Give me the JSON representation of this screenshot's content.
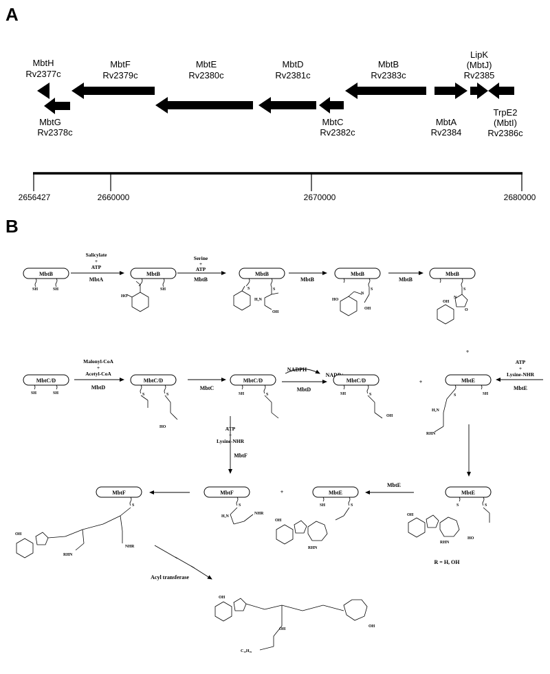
{
  "panelA": {
    "letter": "A",
    "genes": [
      {
        "name": "MbtH",
        "id": "Rv2377c"
      },
      {
        "name": "MbtG",
        "id": "Rv2378c"
      },
      {
        "name": "MbtF",
        "id": "Rv2379c"
      },
      {
        "name": "MbtE",
        "id": "Rv2380c"
      },
      {
        "name": "MbtD",
        "id": "Rv2381c"
      },
      {
        "name": "MbtC",
        "id": "Rv2382c"
      },
      {
        "name": "MbtB",
        "id": "Rv2383c"
      },
      {
        "name": "MbtA",
        "id": "Rv2384"
      },
      {
        "name": "LipK",
        "alt": "(MbtJ)",
        "id": "Rv2385"
      },
      {
        "name": "TrpE2",
        "alt": "(MbtI)",
        "id": "Rv2386c"
      }
    ],
    "scale_ticks": [
      "2656427",
      "2660000",
      "2670000",
      "2680000"
    ]
  },
  "panelB": {
    "letter": "B",
    "domains": {
      "mbtb": "MbtB",
      "mbtcd": "MbtC/D",
      "mbte": "MbtE",
      "mbtf": "MbtF"
    },
    "conditions": {
      "s1_a": "Salicylate",
      "s1_b": "+",
      "s1_c": "ATP",
      "s1_enz": "MbtA",
      "s2_a": "Serine",
      "s2_b": "+",
      "s2_c": "ATP",
      "s2_enz": "MbtB",
      "s3_enz": "MbtB",
      "s4_enz": "MbtB",
      "r2_a": "Malonyl-CoA",
      "r2_b": "+",
      "r2_c": "Acetyl-CoA",
      "r2_enz": "MbtD",
      "r2_s2_enz": "MbtC",
      "r2_nadph": "NADPH",
      "r2_nadp": "NADP+",
      "r2_s3_enz": "MbtD",
      "e_a": "ATP",
      "e_b": "+",
      "e_c": "Lysine-NHR",
      "e_enz": "MbtE",
      "f_a": "ATP",
      "f_b": "+",
      "f_c": "Lysine-NHR",
      "f_enz": "MbtF",
      "r3_enz": "MbtE",
      "acyl": "Acyl transferase"
    },
    "plus": "+",
    "r_note": "R = H, OH",
    "atoms": {
      "sh": "SH",
      "s": "S",
      "oh": "OH",
      "ho": "HO",
      "h2n": "H₂N",
      "n": "N",
      "o": "O",
      "rhn": "RHN",
      "nhr": "NHR",
      "chain": "C₁₉H₃₉"
    }
  }
}
